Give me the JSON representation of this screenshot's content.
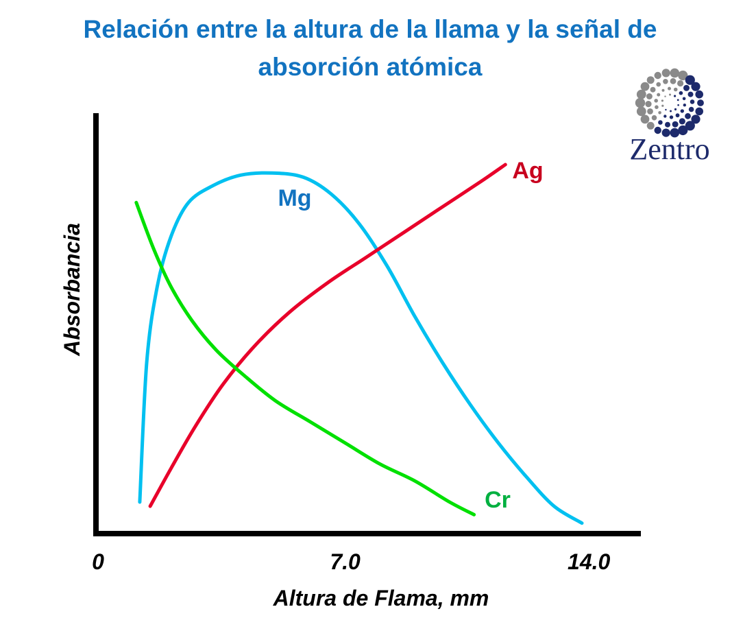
{
  "chart_data": {
    "type": "line",
    "title": "Relación entre la altura de la llama y la señal de absorción atómica",
    "title_lines": [
      "Relación entre la altura de la llama y la señal de",
      "absorción atómica"
    ],
    "xlabel": "Altura de Flama, mm",
    "ylabel": "Absorbancia",
    "xlim": [
      0,
      15
    ],
    "ylim": [
      0,
      100
    ],
    "x_ticks": [
      {
        "value": 0,
        "label": "0"
      },
      {
        "value": 7.0,
        "label": "7.0"
      },
      {
        "value": 14.0,
        "label": "14.0"
      }
    ],
    "grid": false,
    "legend": "inline labels",
    "series": [
      {
        "name": "Mg",
        "color": "#00c0f0",
        "x": [
          1.1,
          1.3,
          1.6,
          2.0,
          2.5,
          3.2,
          4.0,
          4.9,
          5.8,
          6.6,
          7.4,
          8.2,
          9.0,
          9.8,
          10.6,
          11.4,
          12.2,
          13.0,
          13.8
        ],
        "y": [
          7,
          40,
          58,
          70,
          78,
          82,
          84.5,
          85,
          84,
          80,
          73,
          63,
          51,
          40,
          30,
          21,
          13,
          6,
          2
        ]
      },
      {
        "name": "Ag",
        "color": "#e8002a",
        "x": [
          1.4,
          2.0,
          2.7,
          3.5,
          4.4,
          5.4,
          6.5,
          7.6,
          8.7,
          9.8,
          10.9,
          11.6
        ],
        "y": [
          6,
          15,
          25,
          35,
          44,
          52,
          59,
          65,
          71,
          77,
          83,
          87
        ]
      },
      {
        "name": "Cr",
        "color": "#00e000",
        "x": [
          1.0,
          1.5,
          2.0,
          2.6,
          3.3,
          4.1,
          5.0,
          6.0,
          7.0,
          8.0,
          9.0,
          10.0,
          10.7
        ],
        "y": [
          78,
          67,
          58,
          50,
          43,
          37,
          31,
          26,
          21,
          16,
          12,
          7,
          4
        ]
      }
    ]
  },
  "logo": {
    "text": "Zentro",
    "dark_color": "#1d2a6b",
    "light_color": "#8a8a8a"
  },
  "colors": {
    "title": "#1273c0",
    "axis": "#000000",
    "mg_label": "#1273c0",
    "ag_label": "#c8001e",
    "cr_label": "#00b040"
  }
}
